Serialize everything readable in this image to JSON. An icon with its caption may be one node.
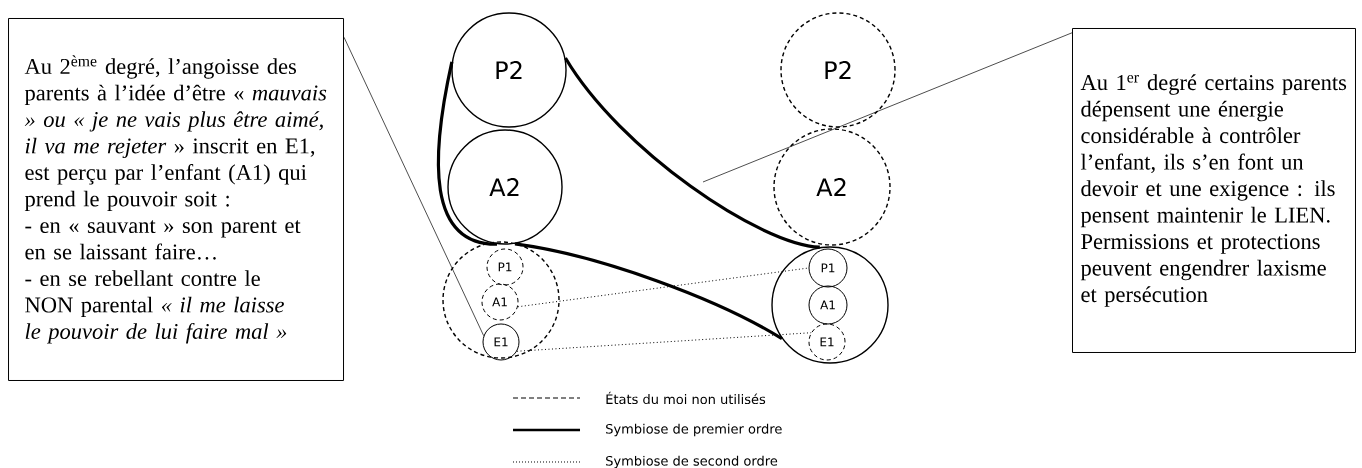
{
  "diagram": {
    "nodes": [
      {
        "text": [
          "Au 2$^{ème}$ degré, l’angoisse des parents à l’idée d’être « *mauvais » ou « je ne vais plus être aimé, il va me rejeter* » inscrit en E1, est perçu par l’enfant (A1) qui prend le pouvoir soit :",
          "- en « sauvant » son parent et en se laissant faire…",
          "- en se rebellant contre le NON parental *« il me laisse le pouvoir de lui faire mal »*"
        ]
      },
      {
        "text": [
          "P2"
        ]
      },
      {
        "text": [
          "A2"
        ]
      },
      {
        "text": [],
        "shape": "circle"
      },
      {
        "text": [
          "P1"
        ],
        "in": 3
      },
      {
        "text": [
          "A1"
        ],
        "in": 3
      },
      {
        "text": [
          "E1"
        ],
        "in": 3
      },
      {
        "text": [
          "P2"
        ]
      },
      {
        "text": [
          "A2"
        ]
      },
      {
        "text": [],
        "shape": "circle"
      },
      {
        "text": [
          "P1"
        ],
        "in": 9
      },
      {
        "text": [
          "A1"
        ],
        "in": 9
      },
      {
        "text": [
          "E1"
        ],
        "in": 9
      },
      {
        "text": [
          "Au 1$^{er}$ degré certains parents dépensent une énergie considérable à contrôler l’enfant, ils s’en font un devoir et une exigence : ils pensent maintenir le LIEN. Permissions et protections peuvent engendrer laxisme et persécution"
        ]
      }
    ],
    "edges": [
      {
        "from": 0,
        "to": 6,
        "arrow": "none"
      },
      {
        "from": 13,
        "to": null,
        "arrow": "none"
      },
      {
        "from": 1,
        "to": 2,
        "arrow": "none",
        "style": "thick"
      },
      {
        "from": 1,
        "to": 9,
        "arrow": "none",
        "style": "thick"
      },
      {
        "from": 2,
        "to": 9,
        "arrow": "none",
        "style": "thick"
      },
      {
        "from": 5,
        "to": 10,
        "arrow": "none",
        "style": "dashed"
      },
      {
        "from": 6,
        "to": 12,
        "arrow": "none",
        "style": "dashed"
      }
    ],
    "legend": [
      {
        "text": "États du moi non utilisés"
      },
      {
        "text": "Symbiose de premier ordre"
      },
      {
        "text": "Symbiose de second ordre"
      }
    ]
  }
}
